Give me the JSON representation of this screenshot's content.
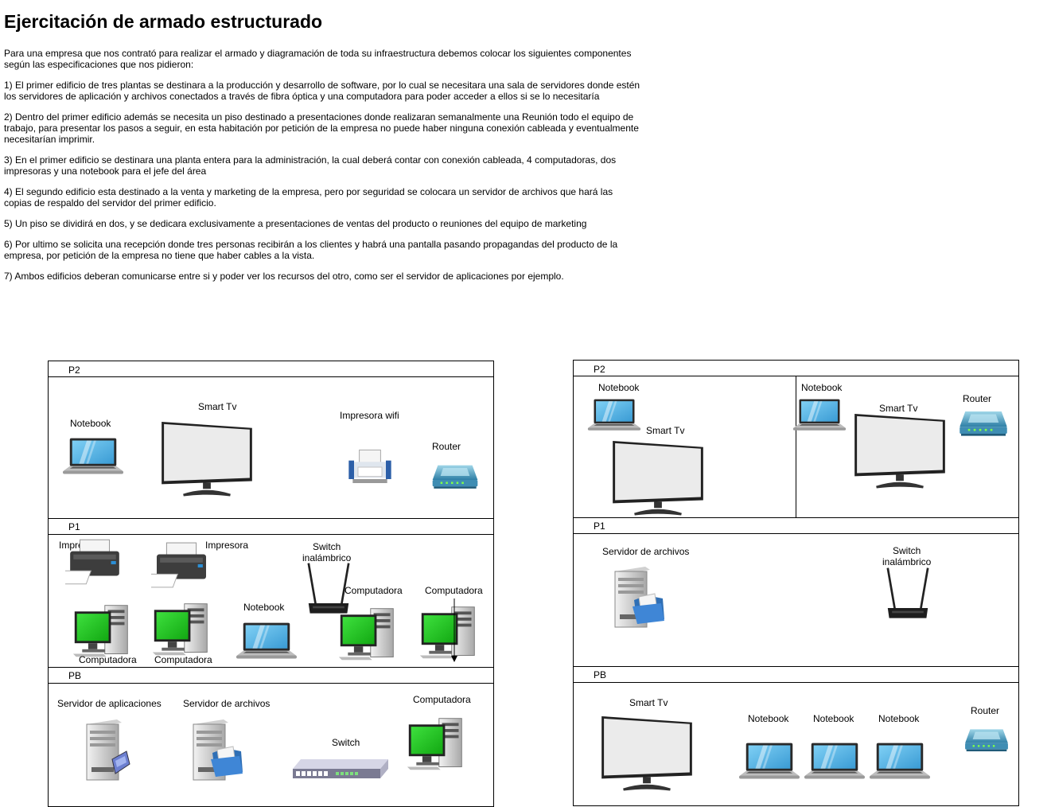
{
  "title": "Ejercitación de armado estructurado",
  "intro": "Para una empresa que  nos contrató para realizar el armado y diagramación de toda su infraestructura debemos colocar los siguientes componentes según las especificaciones que nos pidieron:",
  "requirements": [
    "1) El primer edificio de tres plantas se destinara a la producción y desarrollo de software, por lo cual se necesitara una sala de servidores donde estén los servidores de aplicación y archivos conectados a través de fibra óptica y una computadora para poder acceder a ellos si se lo necesitaría",
    "2) Dentro del primer edificio además se necesita un piso destinado a presentaciones donde realizaran semanalmente una Reunión todo el equipo de trabajo, para presentar los pasos a seguir, en esta habitación por petición de la empresa no puede haber ninguna conexión cableada y eventualmente necesitarían imprimir.",
    "3) En el primer edificio se destinara una planta entera para la administración, la cual deberá contar con conexión cableada, 4 computadoras, dos impresoras y una notebook para el jefe del área",
    "4) El segundo edificio esta destinado a la venta y marketing de la empresa, pero por seguridad se colocara un servidor de archivos que hará las copias de respaldo del servidor del primer edificio.",
    "5) Un piso se dividirá en dos, y se dedicara exclusivamente a presentaciones de ventas del producto o reuniones del equipo de marketing",
    "6) Por ultimo se solicita una recepción donde tres personas recibirán a los clientes y habrá una pantalla pasando propagandas del producto de la empresa, por petición de la empresa no tiene que haber cables a la vista.",
    "7) Ambos edificios deberan comunicarse entre si y poder ver los recursos del otro, como ser el servidor de aplicaciones por ejemplo."
  ],
  "building1": {
    "floors": {
      "p2": {
        "label": "P2",
        "devices": [
          {
            "label": "Notebook",
            "icon": "laptop-icon"
          },
          {
            "label": "Smart Tv",
            "icon": "smart-tv-icon"
          },
          {
            "label": "Impresora wifi",
            "icon": "printer-icon"
          },
          {
            "label": "Router",
            "icon": "router-icon"
          }
        ]
      },
      "p1": {
        "label": "P1",
        "devices": [
          {
            "label": "Impresora",
            "icon": "printer-icon"
          },
          {
            "label": "Impresora",
            "icon": "printer-icon"
          },
          {
            "label": "Switch\ninalámbrico",
            "icon": "wireless-switch-icon"
          },
          {
            "label": "Notebook",
            "icon": "laptop-icon"
          },
          {
            "label": "Computadora",
            "icon": "computer-icon"
          },
          {
            "label": "Computadora",
            "icon": "computer-icon"
          },
          {
            "label": "Computadora",
            "icon": "computer-icon"
          },
          {
            "label": "Computadora",
            "icon": "computer-icon"
          }
        ]
      },
      "pb": {
        "label": "PB",
        "devices": [
          {
            "label": "Servidor de aplicaciones",
            "icon": "app-server-icon"
          },
          {
            "label": "Servidor de archivos",
            "icon": "file-server-icon"
          },
          {
            "label": "Switch",
            "icon": "switch-icon"
          },
          {
            "label": "Computadora",
            "icon": "computer-icon"
          }
        ]
      }
    }
  },
  "building2": {
    "floors": {
      "p2": {
        "label": "P2",
        "devices": [
          {
            "label": "Notebook",
            "icon": "laptop-icon"
          },
          {
            "label": "Smart Tv",
            "icon": "smart-tv-icon"
          },
          {
            "label": "Notebook",
            "icon": "laptop-icon"
          },
          {
            "label": "Smart Tv",
            "icon": "smart-tv-icon"
          },
          {
            "label": "Router",
            "icon": "router-icon"
          }
        ]
      },
      "p1": {
        "label": "P1",
        "devices": [
          {
            "label": "Servidor de archivos",
            "icon": "file-server-icon"
          },
          {
            "label": "Switch\ninalámbrico",
            "icon": "wireless-switch-icon"
          }
        ]
      },
      "pb": {
        "label": "PB",
        "devices": [
          {
            "label": "Smart Tv",
            "icon": "smart-tv-icon"
          },
          {
            "label": "Notebook",
            "icon": "laptop-icon"
          },
          {
            "label": "Notebook",
            "icon": "laptop-icon"
          },
          {
            "label": "Notebook",
            "icon": "laptop-icon"
          },
          {
            "label": "Router",
            "icon": "router-icon"
          }
        ]
      }
    }
  },
  "colors": {
    "border": "#000000",
    "screen_green": "#1fc71f",
    "screen_blue": "#5bb8e8",
    "device_gray": "#c8c8c8",
    "folder_blue": "#2f6fb5"
  }
}
